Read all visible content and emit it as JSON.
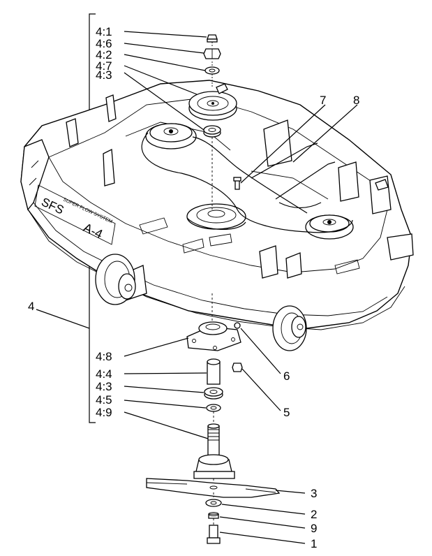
{
  "diagram": {
    "callouts": {
      "c4_1": "4:1",
      "c4_6": "4:6",
      "c4_2": "4:2",
      "c4_7": "4:7",
      "c4_3a": "4:3",
      "c7": "7",
      "c8": "8",
      "c4": "4",
      "c4_8": "4:8",
      "c6": "6",
      "c4_4": "4:4",
      "c4_3b": "4:3",
      "c4_5": "4:5",
      "c5": "5",
      "c4_9": "4:9",
      "c3": "3",
      "c2": "2",
      "c9": "9",
      "c1": "1"
    },
    "deck_decal_sfs": "SFS",
    "deck_decal_super_flow": "SUPER FLOW SYSTEM",
    "deck_decal_model": "A-4"
  }
}
